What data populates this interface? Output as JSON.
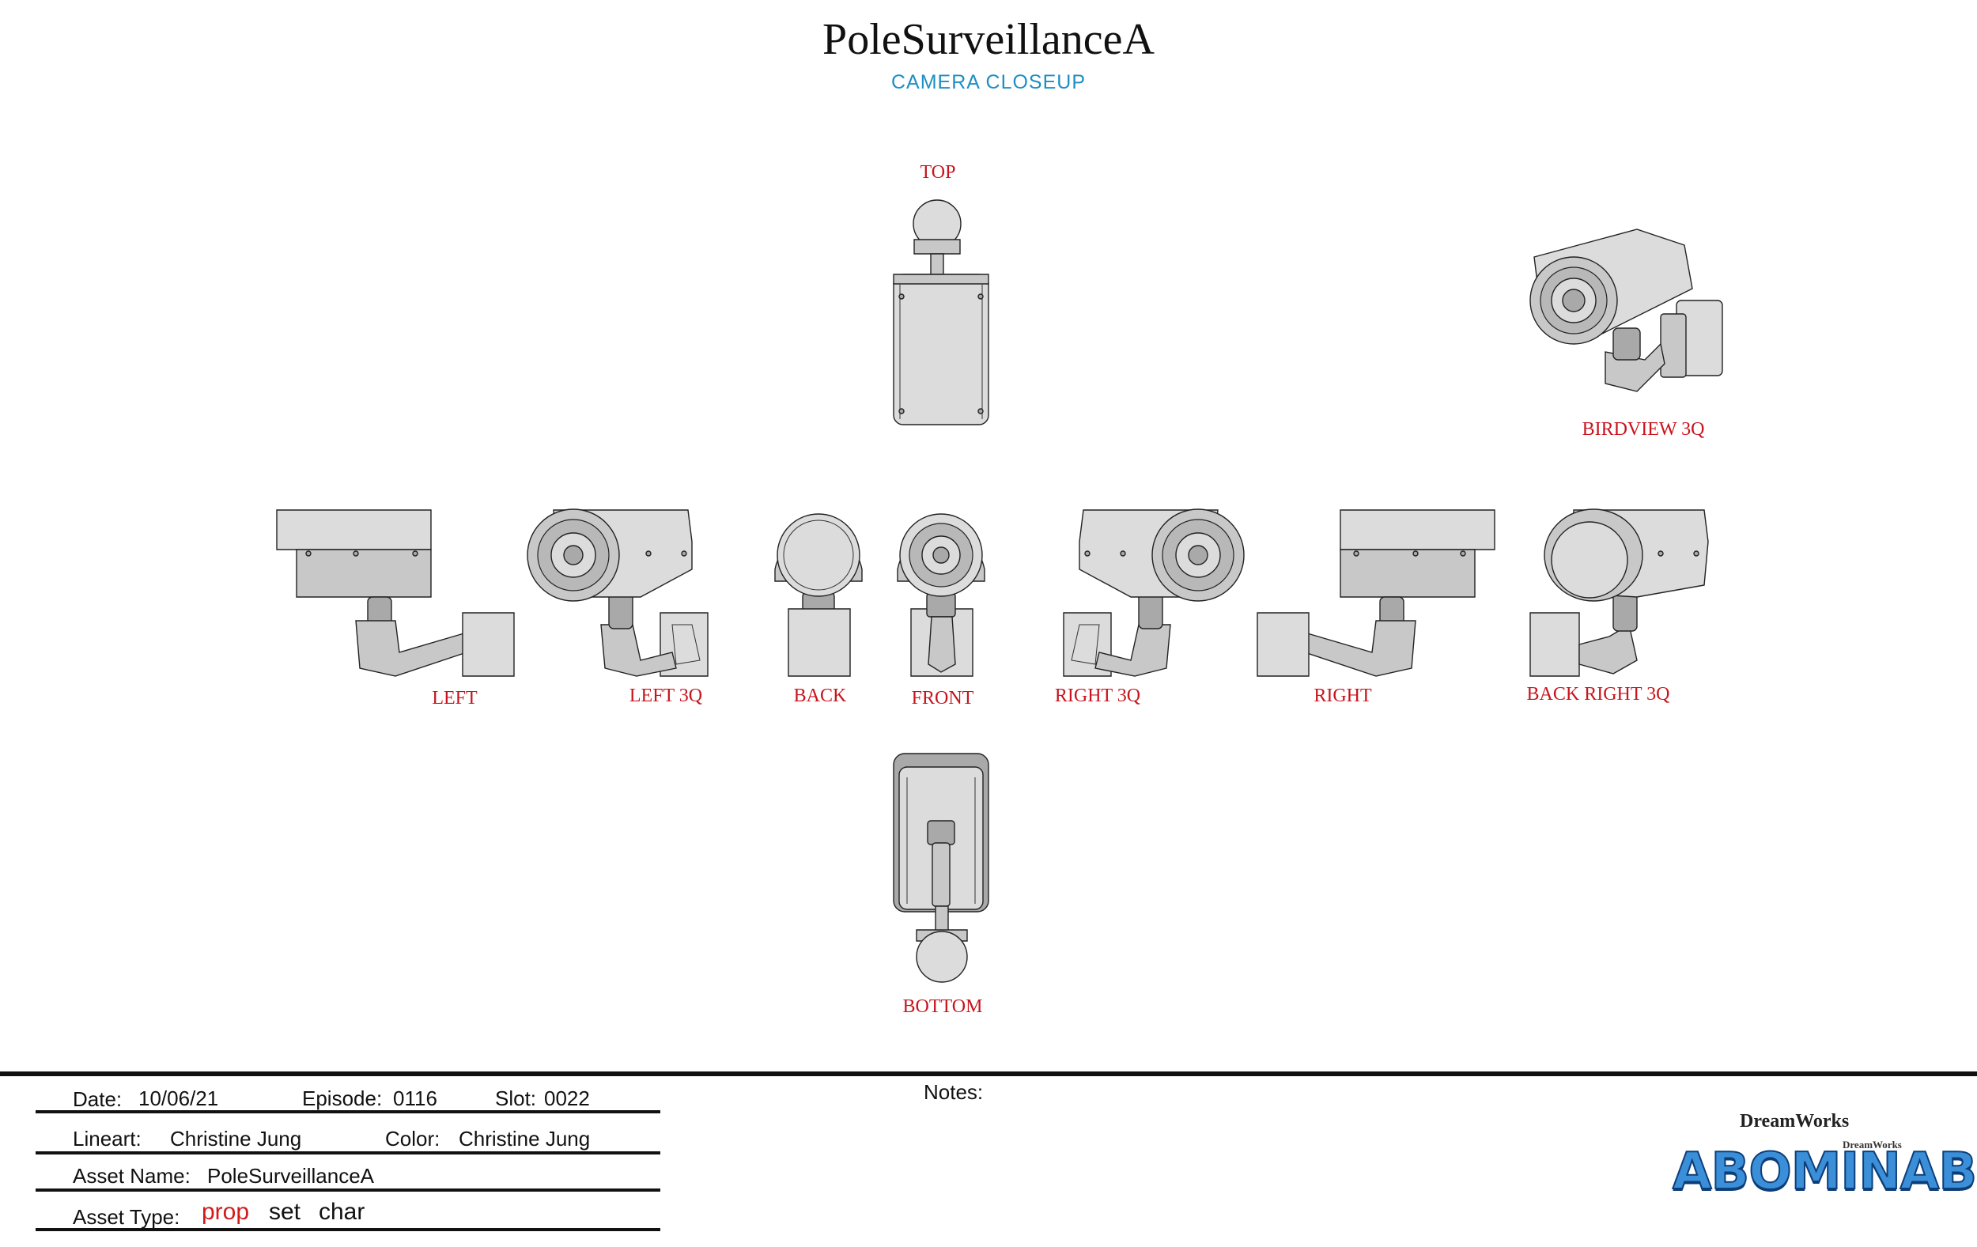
{
  "title": "PoleSurveillanceA",
  "subtitle": "CAMERA CLOSEUP",
  "views": {
    "top": "TOP",
    "birdview_3q": "BIRDVIEW 3Q",
    "left": "LEFT",
    "left_3q": "LEFT 3Q",
    "back": "BACK",
    "front": "FRONT",
    "right_3q": "RIGHT 3Q",
    "right": "RIGHT",
    "back_right_3q": "BACK RIGHT 3Q",
    "bottom": "BOTTOM"
  },
  "info": {
    "date_label": "Date:",
    "date": "10/06/21",
    "episode_label": "Episode:",
    "episode": "0116",
    "slot_label": "Slot:",
    "slot": "0022",
    "lineart_label": "Lineart:",
    "lineart": "Christine Jung",
    "color_label": "Color:",
    "color": "Christine Jung",
    "asset_name_label": "Asset Name:",
    "asset_name": "PoleSurveillanceA",
    "asset_type_label": "Asset Type:",
    "asset_types": [
      "prop",
      "set",
      "char"
    ],
    "asset_type_selected": "prop",
    "notes_label": "Notes:"
  },
  "logos": {
    "studio": "DreamWorks",
    "studio_small": "DreamWorks",
    "film": "ABOMINABLE"
  },
  "colors": {
    "accent_blue": "#1d8fc4",
    "label_red": "#c8141c",
    "selected_red": "#d21a1a",
    "camera_gray": "#c8c8c8"
  }
}
